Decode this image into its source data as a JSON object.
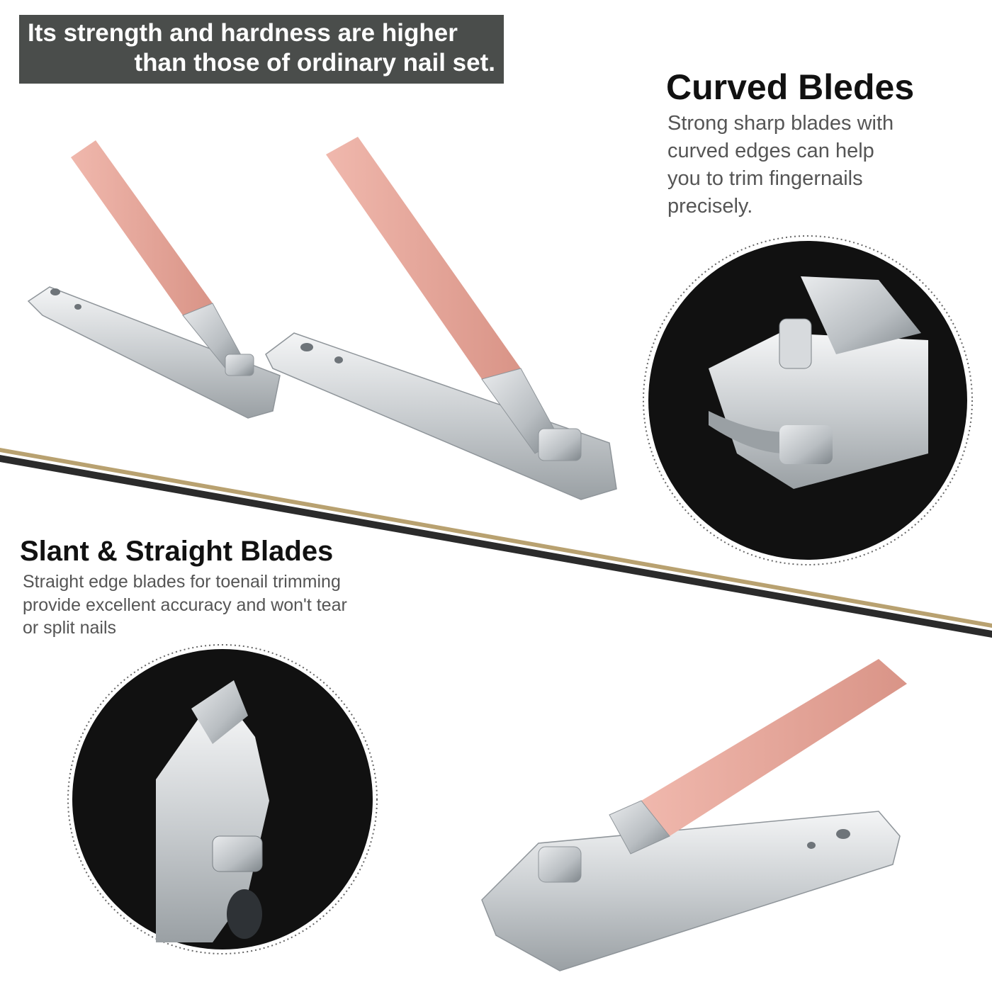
{
  "banner": {
    "line1": "Its strength and hardness are higher",
    "line2": "than those of ordinary nail set."
  },
  "curved": {
    "title": "Curved Bledes",
    "lines": [
      "Strong sharp blades with",
      "curved edges can help",
      "you to trim fingernails",
      "precisely."
    ]
  },
  "slant": {
    "title": "Slant & Straight Blades",
    "lines": [
      "Straight edge blades for toenail trimming",
      "provide excellent accuracy and won't tear",
      "or split nails"
    ]
  },
  "colors": {
    "banner_bg": "#4a4d4b",
    "accent_gold": "#b8a170",
    "divider_dark": "#2b2b2b",
    "lever_pink": "#e8a99e",
    "steel": "#cfd3d6",
    "circle_bg": "#111111"
  }
}
